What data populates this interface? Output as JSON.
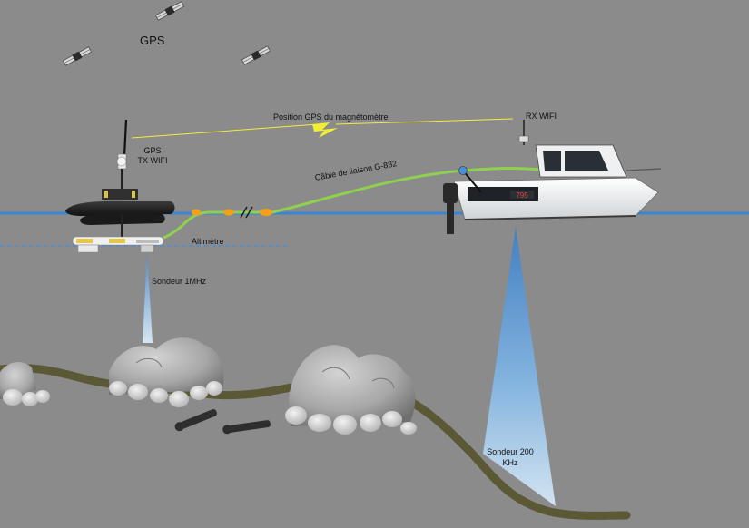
{
  "labels": {
    "gps": "GPS",
    "gps_tx_line1": "GPS",
    "gps_tx_line2": "TX WIFI",
    "gps_position": "Position GPS du magnétomètre",
    "rx_wifi": "RX WIFI",
    "cable": "Câble de liaison G-882",
    "altimeter": "Altimètre",
    "sounder_1mhz": "Sondeur 1MHz",
    "sounder_200_line1": "Sondeur 200",
    "sounder_200_line2": "KHz",
    "boat_number": "795"
  },
  "colors": {
    "background": "#8b8b8b",
    "water_line": "#3a86d4",
    "seabed": "#5b5836",
    "cable": "#8fd14f",
    "radio_link": "#f1ee36",
    "sonar_beam": "#5c9bd6",
    "float_marker": "#f2a21a",
    "rocks": "#a9a9a9"
  },
  "icons": [
    "satellite-icon",
    "catamaran-drone-icon",
    "magnetometer-icon",
    "motor-boat-icon",
    "rock-pile-icon",
    "cannon-icon"
  ]
}
